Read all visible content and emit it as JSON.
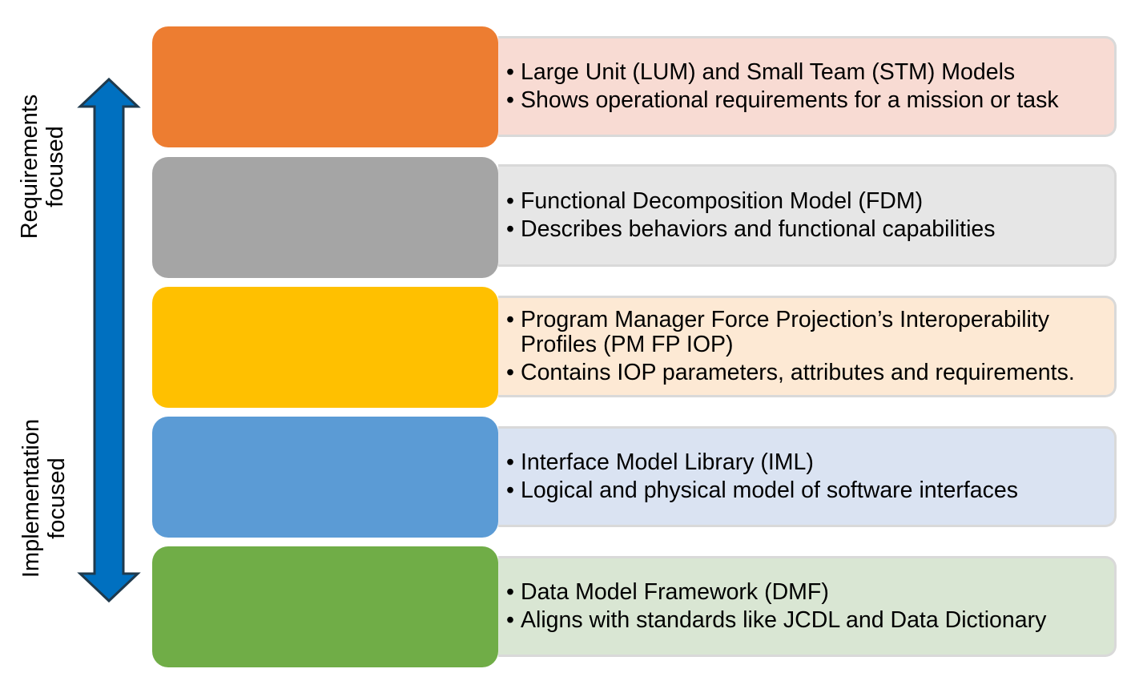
{
  "side_labels": {
    "top": [
      "Requirements",
      "focused"
    ],
    "bottom": [
      "Implementation",
      "focused"
    ]
  },
  "colors": {
    "arrow_fill": "#0070c0",
    "arrow_stroke": "#1f3a4d",
    "panel_border": "#d9d9d9"
  },
  "rows": [
    {
      "block_color": "#ed7d31",
      "panel_color": "#f8dbd3",
      "bullets": [
        "Large Unit (LUM) and Small Team (STM) Models",
        "Shows operational requirements for a mission or task"
      ]
    },
    {
      "block_color": "#a5a5a5",
      "panel_color": "#e6e6e6",
      "bullets": [
        "Functional Decomposition Model (FDM)",
        "Describes behaviors and functional capabilities"
      ]
    },
    {
      "block_color": "#ffc000",
      "panel_color": "#fde9d4",
      "bullets": [
        "Program Manager Force Projection’s Interoperability Profiles (PM FP IOP)",
        "Contains IOP parameters, attributes and requirements."
      ]
    },
    {
      "block_color": "#5b9bd5",
      "panel_color": "#dae3f2",
      "bullets": [
        "Interface Model Library (IML)",
        "Logical and physical model of software interfaces"
      ]
    },
    {
      "block_color": "#70ad47",
      "panel_color": "#d9e6d3",
      "bullets": [
        "Data Model Framework (DMF)",
        "Aligns with standards like JCDL and Data Dictionary"
      ]
    }
  ]
}
